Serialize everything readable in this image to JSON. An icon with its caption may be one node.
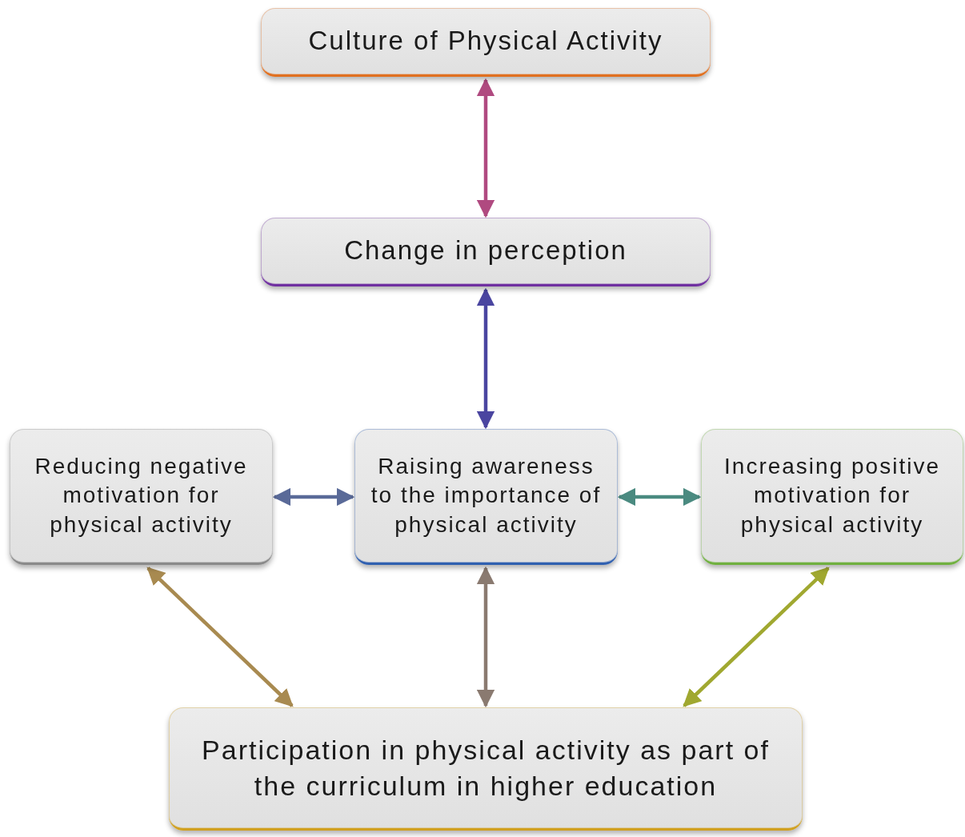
{
  "diagram": {
    "nodes": [
      {
        "text": [
          "Culture of Physical Activity"
        ]
      },
      {
        "text": [
          "Change in perception"
        ]
      },
      {
        "text": [
          "Reducing negative motivation for physical activity"
        ]
      },
      {
        "text": [
          "Raising awareness to the importance of physical activity"
        ]
      },
      {
        "text": [
          "Increasing positive motivation for physical activity"
        ]
      },
      {
        "text": [
          "Participation in physical activity as part of the curriculum in higher education"
        ]
      }
    ],
    "edges": [
      {
        "from": 0,
        "to": 1,
        "arrow": "both",
        "color": "#b04a80"
      },
      {
        "from": 1,
        "to": 3,
        "arrow": "both",
        "color": "#4a45a0"
      },
      {
        "from": 2,
        "to": 3,
        "arrow": "both",
        "color": "#5a6a98"
      },
      {
        "from": 3,
        "to": 4,
        "arrow": "both",
        "color": "#4a8a80"
      },
      {
        "from": 2,
        "to": 5,
        "arrow": "both",
        "color": "#a88a50"
      },
      {
        "from": 3,
        "to": 5,
        "arrow": "both",
        "color": "#8a7a70"
      },
      {
        "from": 4,
        "to": 5,
        "arrow": "both",
        "color": "#a0a830"
      }
    ]
  }
}
